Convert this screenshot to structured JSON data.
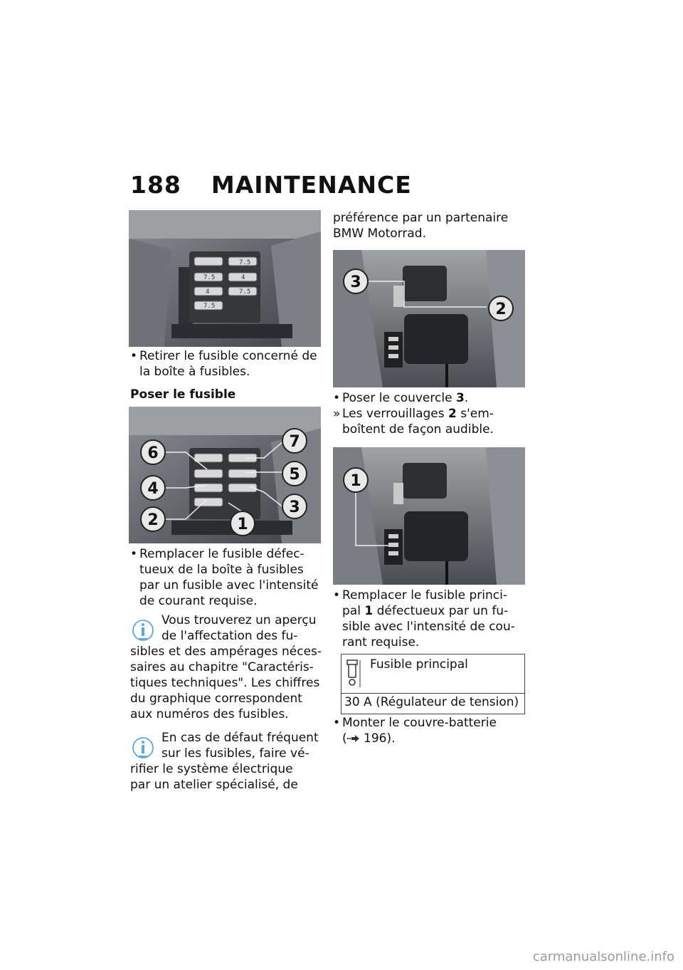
{
  "header": {
    "page_number": "188",
    "section": "MAINTENANCE"
  },
  "left_column": {
    "bullet1": [
      "Retirer le fusible concerné de",
      "la boîte à fusibles."
    ],
    "subheading": "Poser le fusible",
    "callouts": [
      "6",
      "7",
      "4",
      "5",
      "2",
      "3",
      "1"
    ],
    "bullet2": [
      "Remplacer le fusible défec-",
      "tueux de la boîte à fusibles",
      "par un fusible avec l'intensité",
      "de courant requise."
    ],
    "note1": [
      "Vous trouverez un aperçu",
      "de l'affectation des fu-",
      "sibles et des ampérages néces-",
      "saires au chapitre \"Caractéris-",
      "tiques techniques\".  Les chiffres",
      "du graphique correspondent",
      "aux numéros des fusibles."
    ],
    "note2": [
      "En cas de défaut fréquent",
      "sur les fusibles, faire vé-",
      "rifier le système électrique",
      "par un atelier spécialisé, de"
    ]
  },
  "fuse_labels": [
    "7.5",
    "4",
    "7.5"
  ],
  "right_column": {
    "continuation": [
      "préférence par un partenaire",
      "BMW Motorrad."
    ],
    "photo2_callouts": [
      "3",
      "2"
    ],
    "bullet3_text": "Poser le couvercle ",
    "bullet3_bold": "3",
    "bullet3_end": ".",
    "result_marker": "»",
    "result_line1_text": "Les verrouillages ",
    "result_line1_bold": "2",
    "result_line1_end": " s'em-",
    "result_line2": "boîtent de façon audible.",
    "photo3_callout": "1",
    "bullet4_line1": "Remplacer le fusible princi-",
    "bullet4_line2_a": "pal ",
    "bullet4_line2_bold": "1",
    "bullet4_line2_b": " défectueux par un fu-",
    "bullet4_line3": "sible avec l'intensité de cou-",
    "bullet4_line4": "rant requise.",
    "spec_title": "Fusible principal",
    "spec_value": "30 A (Régulateur de tension)",
    "bullet5_line1": "Monter le couvre-batterie",
    "bullet5_line2_open": "(",
    "bullet5_line2_ref": " 196)."
  },
  "footer": "carmanualsonline.info",
  "colors": {
    "photo_bg": "#5c6065",
    "callout_fill": "#e8e8e8"
  }
}
